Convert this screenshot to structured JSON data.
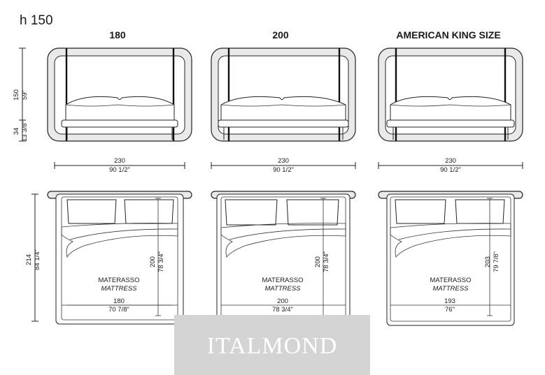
{
  "title": "h 150",
  "front_height": {
    "total_cm": "150",
    "total_in": "59\"",
    "seat_cm": "34",
    "seat_in": "13 3/8\""
  },
  "plan_depth": {
    "cm": "214",
    "in": "84 1/4\""
  },
  "mattress_label": {
    "it": "MATERASSO",
    "en": "MATTRESS"
  },
  "models": [
    {
      "name": "180",
      "width_cm": "230",
      "width_in": "90 1/2\"",
      "mat_w_cm": "180",
      "mat_w_in": "70 7/8\"",
      "mat_l_cm": "200",
      "mat_l_in": "78 3/4\""
    },
    {
      "name": "200",
      "width_cm": "230",
      "width_in": "90 1/2\"",
      "mat_w_cm": "200",
      "mat_w_in": "78 3/4\"",
      "mat_l_cm": "200",
      "mat_l_in": "78 3/4\""
    },
    {
      "name": "AMERICAN KING SIZE",
      "width_cm": "230",
      "width_in": "90 1/2\"",
      "mat_w_cm": "193",
      "mat_w_in": "76\"",
      "mat_l_cm": "203",
      "mat_l_in": "79 7/8\""
    }
  ],
  "watermark": "ITALMOND"
}
